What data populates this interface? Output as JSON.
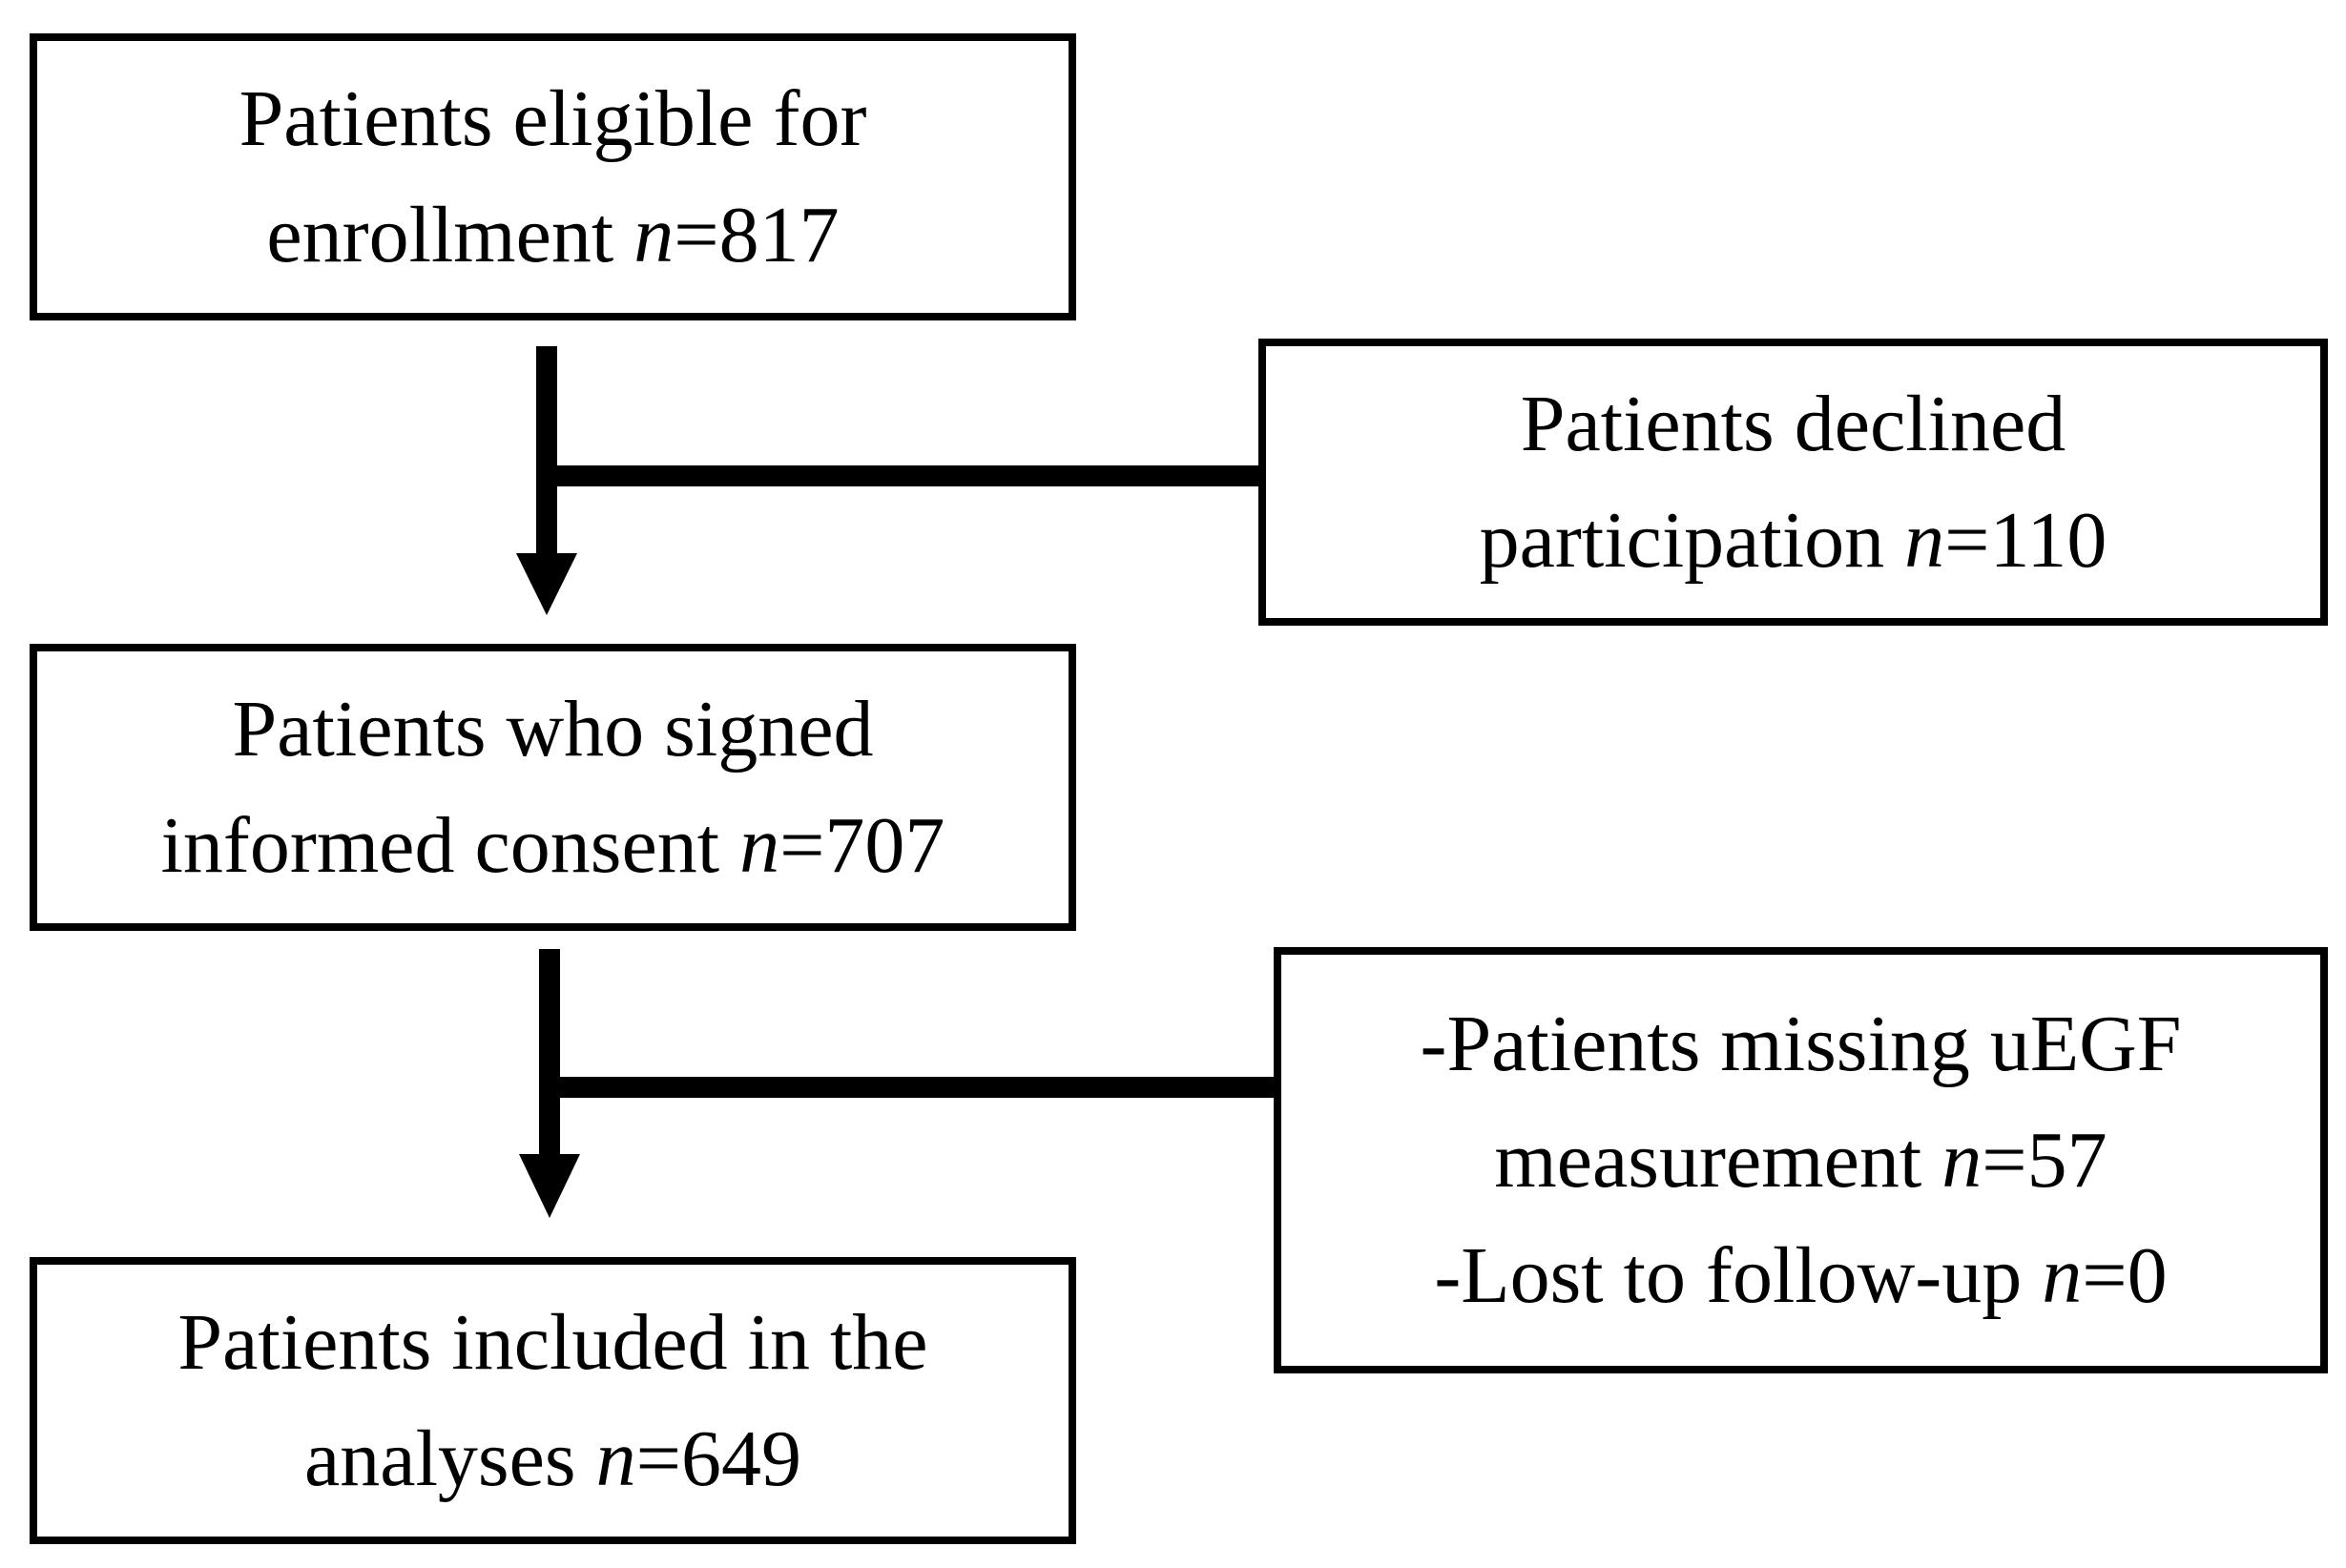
{
  "boxes": {
    "eligible": {
      "line1": "Patients eligible for",
      "line2_prefix": "enrollment ",
      "n_symbol": "n",
      "line2_value": "=817"
    },
    "declined": {
      "line1": "Patients declined",
      "line2_prefix": "participation ",
      "n_symbol": "n",
      "line2_value": "=110"
    },
    "consent": {
      "line1": "Patients who signed",
      "line2_prefix": "informed consent ",
      "n_symbol": "n",
      "line2_value": "=707"
    },
    "excluded": {
      "line1": "-Patients missing uEGF",
      "line2_prefix": "measurement ",
      "line2_n_symbol": "n",
      "line2_value": "=57",
      "line3_prefix": "-Lost to follow-up ",
      "line3_n_symbol": "n",
      "line3_value": "=0"
    },
    "included": {
      "line1": "Patients included in the",
      "line2_prefix": "analyses ",
      "n_symbol": "n",
      "line2_value": "=649"
    }
  }
}
